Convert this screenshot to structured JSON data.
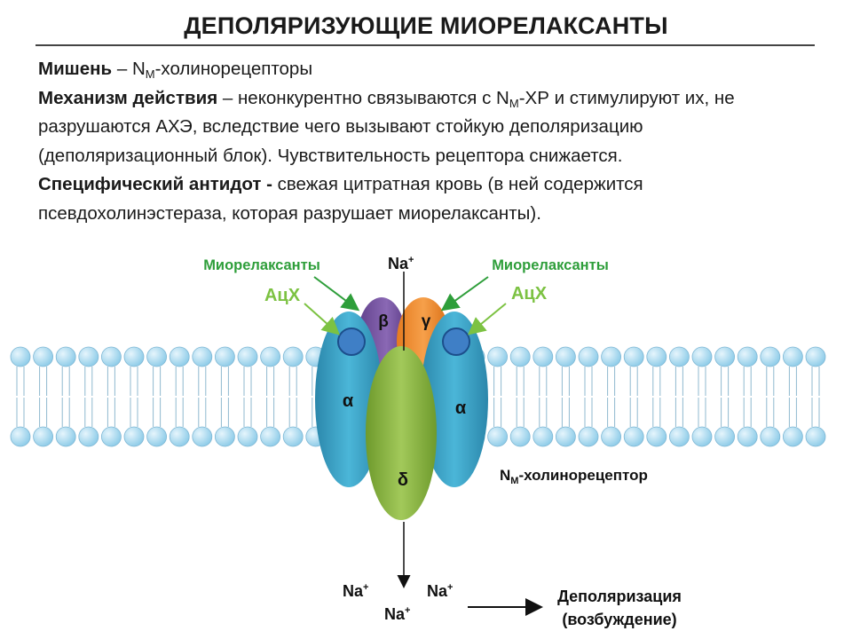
{
  "title": "ДЕПОЛЯРИЗУЮЩИЕ МИОРЕЛАКСАНТЫ",
  "target": {
    "label": "Мишень",
    "dash": " – ",
    "prefix": "N",
    "sub": "М",
    "rest": "-холинорецепторы"
  },
  "mechanism": {
    "label": "Механизм действия",
    "dash": " – ",
    "part1": "неконкурентно связываются с N",
    "sub": "М",
    "part2": "-ХР и стимулируют их, не разрушаются АХЭ, вследствие чего вызывают стойкую деполяризацию (деполяризационный блок). Чувствительность рецептора снижается."
  },
  "antidote": {
    "label": "Специфический антидот",
    "dash": "  - ",
    "text": "свежая цитратная кровь (в ней содержится псевдохолинэстераза, которая разрушает миорелаксанты)."
  },
  "diagram": {
    "relaxant_left": "Миорелаксанты",
    "relaxant_right": "Миорелаксанты",
    "ach_left": "АцХ",
    "ach_right": "АцХ",
    "na_top": "Na",
    "na_sup": "+",
    "na_bottom_left": "Na",
    "na_bottom_right": "Na",
    "na_bottom_center": "Na",
    "alpha_left": "α",
    "alpha_right": "α",
    "beta": "β",
    "gamma": "γ",
    "delta": "δ",
    "receptor_prefix": "N",
    "receptor_sub": "М",
    "receptor_rest": "-холинорецептор",
    "result_line1": "Деполяризация",
    "result_line2": "(возбуждение)"
  },
  "colors": {
    "relaxant_green": "#2e9e3a",
    "ach_green": "#7cc242",
    "alpha_blue": "#3aa3c6",
    "beta_purple": "#7e5aa6",
    "gamma_orange": "#f08a2e",
    "delta_green": "#8fb844",
    "lipid_head": "#a9d8ef"
  }
}
